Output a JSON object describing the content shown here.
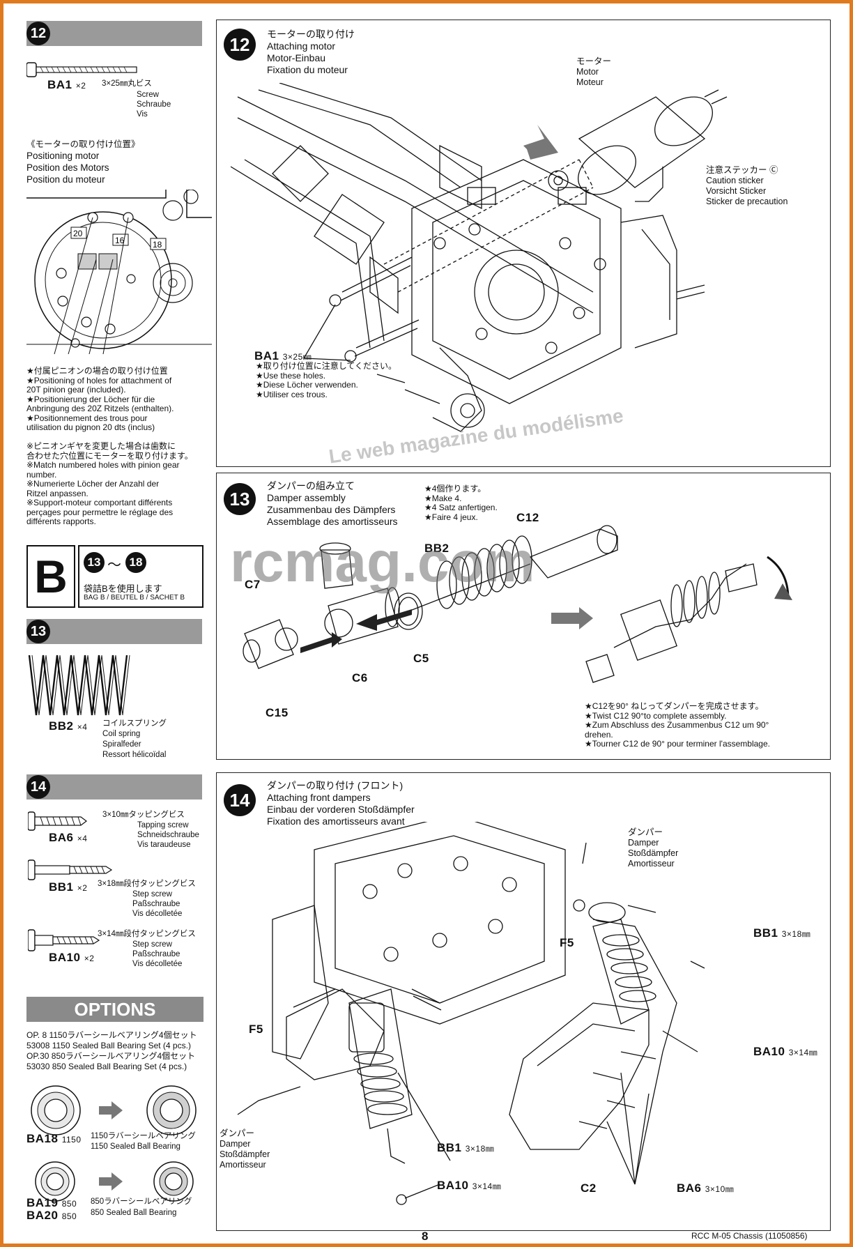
{
  "watermark": {
    "brand": "rcmag.com",
    "arc": "Le web magazine du modélisme"
  },
  "left": {
    "step12": {
      "num": "12",
      "part": "BA1",
      "qty": "×2",
      "spec": "3×25㎜丸ビス",
      "names": [
        "Screw",
        "Schraube",
        "Vis"
      ],
      "pos_title": [
        "《モーターの取り付け位置》",
        "Positioning motor",
        "Position des Motors",
        "Position du moteur"
      ],
      "holes": [
        "20",
        "16",
        "18"
      ],
      "notes1": [
        "★付属ピニオンの場合の取り付け位置",
        "★Positioning of holes for attachment of",
        "20T pinion gear (included).",
        "★Positionierung der Löcher für die",
        "Anbringung des 20Z Ritzels (enthalten).",
        "★Positionnement des trous pour",
        "utilisation du pignon 20 dts (inclus)"
      ],
      "notes2": [
        "※ピニオンギヤを変更した場合は歯数に",
        "合わせた穴位置にモーターを取り付けます。",
        "※Match numbered holes with pinion gear",
        "number.",
        "※Numerierte Löcher der Anzahl der",
        "Ritzel anpassen.",
        "※Support-moteur comportant différents",
        "perçages pour permettre le réglage des",
        "différents rapports."
      ]
    },
    "bag": {
      "letter": "B",
      "from": "13",
      "tilde": "〜",
      "to": "18",
      "jp": "袋詰Bを使用します",
      "en": "BAG B / BEUTEL B / SACHET B"
    },
    "step13": {
      "num": "13",
      "part": "BB2",
      "qty": "×4",
      "names": [
        "コイルスプリング",
        "Coil spring",
        "Spiralfeder",
        "Ressort hélicoïdal"
      ]
    },
    "step14": {
      "num": "14",
      "parts": [
        {
          "part": "BA6",
          "qty": "×4",
          "names": [
            "3×10㎜タッピングビス",
            "Tapping screw",
            "Schneidschraube",
            "Vis taraudeuse"
          ]
        },
        {
          "part": "BB1",
          "qty": "×2",
          "names": [
            "3×18㎜段付タッピングビス",
            "Step screw",
            "Paßschraube",
            "Vis décolletée"
          ]
        },
        {
          "part": "BA10",
          "qty": "×2",
          "names": [
            "3×14㎜段付タッピングビス",
            "Step screw",
            "Paßschraube",
            "Vis décolletée"
          ]
        }
      ]
    },
    "options": {
      "title": "OPTIONS",
      "lines": [
        "OP. 8 1150ラバーシールベアリング4個セット",
        "53008 1150 Sealed Ball Bearing Set (4 pcs.)",
        "OP.30 850ラバーシールベアリング4個セット",
        "53030 850 Sealed Ball Bearing Set (4 pcs.)"
      ],
      "row1": {
        "part": "BA18",
        "size": "1150",
        "desc": [
          "1150ラバーシールベアリング",
          "1150 Sealed Ball Bearing"
        ]
      },
      "row2": {
        "part1": "BA19",
        "size1": "850",
        "part2": "BA20",
        "size2": "850",
        "desc": [
          "850ラバーシールベアリング",
          "850 Sealed Ball Bearing"
        ]
      }
    }
  },
  "panel12": {
    "num": "12",
    "title": [
      "モーターの取り付け",
      "Attaching motor",
      "Motor-Einbau",
      "Fixation du moteur"
    ],
    "motor": [
      "モーター",
      "Motor",
      "Moteur"
    ],
    "sticker": [
      "注意ステッカー Ⓒ",
      "Caution sticker",
      "Vorsicht Sticker",
      "Sticker de precaution"
    ],
    "screw": "BA1",
    "screw_size": "3×25㎜",
    "notes": [
      "★取り付け位置に注意してください。",
      "★Use these holes.",
      "★Diese Löcher verwenden.",
      "★Utiliser ces trous."
    ]
  },
  "panel13": {
    "num": "13",
    "title": [
      "ダンパーの組み立て",
      "Damper assembly",
      "Zusammenbau des Dämpfers",
      "Assemblage des amortisseurs"
    ],
    "make": [
      "★4個作ります。",
      "★Make 4.",
      "★4 Satz anfertigen.",
      "★Faire 4 jeux."
    ],
    "labels": {
      "c12": "C12",
      "bb2": "BB2",
      "c7": "C7",
      "c5": "C5",
      "c6": "C6",
      "c15": "C15"
    },
    "notes": [
      "★C12を90° ねじってダンパーを完成させます。",
      "★Twist C12 90°to complete assembly.",
      "★Zum Abschluss des Zusammenbus C12 um 90°",
      "drehen.",
      "★Tourner C12 de 90° pour terminer l'assemblage."
    ]
  },
  "panel14": {
    "num": "14",
    "title": [
      "ダンパーの取り付け (フロント)",
      "Attaching front dampers",
      "Einbau der vorderen Stoßdämpfer",
      "Fixation des amortisseurs avant"
    ],
    "damper_r": [
      "ダンパー",
      "Damper",
      "Stoßdämpfer",
      "Amortisseur"
    ],
    "damper_l": [
      "ダンパー",
      "Damper",
      "Stoßdämpfer",
      "Amortisseur"
    ],
    "labels": {
      "f5a": "F5",
      "f5b": "F5",
      "c2": "C2",
      "bb1a": "BB1",
      "bb1a_size": "3×18㎜",
      "bb1b": "BB1",
      "bb1b_size": "3×18㎜",
      "ba10a": "BA10",
      "ba10a_size": "3×14㎜",
      "ba10b": "BA10",
      "ba10b_size": "3×14㎜",
      "ba6": "BA6",
      "ba6_size": "3×10㎜"
    }
  },
  "footer": {
    "page": "8",
    "model": "RCC M-05 Chassis (11050856)"
  }
}
